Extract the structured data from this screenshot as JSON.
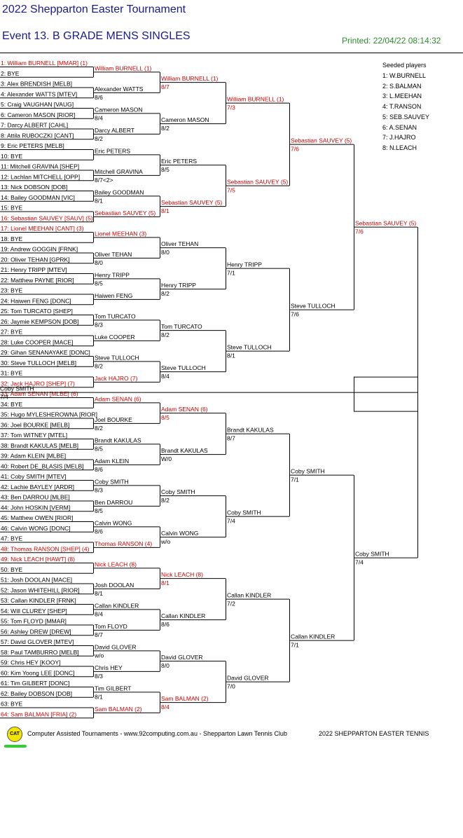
{
  "header": {
    "title": "2022 Shepparton Easter Tournament",
    "event": "Event 13. B GRADE MENS SINGLES",
    "printed": "Printed: 22/04/22 08:14:32"
  },
  "seeded": {
    "title": "Seeded players",
    "items": [
      "1: W.BURNELL",
      "2: S.BALMAN",
      "3: L.MEEHAN",
      "4: T.RANSON",
      "5: SEB.SAUVEY",
      "6: A.SENAN",
      "7: J.HAJRO",
      "8: N.LEACH"
    ]
  },
  "colors": {
    "header": "#1a1a8c",
    "seed": "#cc0000",
    "printed": "#2e8b2e",
    "text": "#000000"
  },
  "draw": [
    {
      "name": "1: William BURNELL [MMAR] (1)",
      "seed": true
    },
    {
      "name": "2: BYE",
      "seed": false
    },
    {
      "name": "3: Alex BRENDISH [MELB]",
      "seed": false
    },
    {
      "name": "4: Alexander WATTS [MTEV]",
      "seed": false
    },
    {
      "name": "5: Craig VAUGHAN [VAUG]",
      "seed": false
    },
    {
      "name": "6: Cameron MASON [RIOR]",
      "seed": false
    },
    {
      "name": "7: Darcy ALBERT [CAHL]",
      "seed": false
    },
    {
      "name": "8: Attila RUBOCZKI [CANT]",
      "seed": false
    },
    {
      "name": "9: Eric PETERS [MELB]",
      "seed": false
    },
    {
      "name": "10: BYE",
      "seed": false
    },
    {
      "name": "11: Mitchell GRAVINA [SHEP]",
      "seed": false
    },
    {
      "name": "12: Lachlan MITCHELL [OPP]",
      "seed": false
    },
    {
      "name": "13: Nick DOBSON [DOB]",
      "seed": false
    },
    {
      "name": "14: Bailey GOODMAN [VIC]",
      "seed": false
    },
    {
      "name": "15: BYE",
      "seed": false
    },
    {
      "name": "16: Sebastian SAUVEY [SAUV] (5)",
      "seed": true
    },
    {
      "name": "17: Lionel MEEHAN [CANT] (3)",
      "seed": true
    },
    {
      "name": "18: BYE",
      "seed": false
    },
    {
      "name": "19: Andrew GOGGIN [FRNK]",
      "seed": false
    },
    {
      "name": "20: Oliver TEHAN [GPRK]",
      "seed": false
    },
    {
      "name": "21: Henry TRIPP [MTEV]",
      "seed": false
    },
    {
      "name": "22: Matthew PAYNE [RIOR]",
      "seed": false
    },
    {
      "name": "23: BYE",
      "seed": false
    },
    {
      "name": "24: Haiwen FENG [DONC]",
      "seed": false
    },
    {
      "name": "25: Tom TURCATO [SHEP]",
      "seed": false
    },
    {
      "name": "26: Jaymie KEMPSON [DOB]",
      "seed": false
    },
    {
      "name": "27: BYE",
      "seed": false
    },
    {
      "name": "28: Luke COOPER [MACE]",
      "seed": false
    },
    {
      "name": "29: Gihan SENANAYAKE [DONC]",
      "seed": false
    },
    {
      "name": "30: Steve TULLOCH [MELB]",
      "seed": false
    },
    {
      "name": "31: BYE",
      "seed": false
    },
    {
      "name": "32: Jack HAJRO [SHEP] (7)",
      "seed": true
    },
    {
      "name": "33: Adam SENAN [MLBE] (6)",
      "seed": true
    },
    {
      "name": "34: BYE",
      "seed": false
    },
    {
      "name": "35: Hugo MYLESHEROWNA [RIOR]",
      "seed": false
    },
    {
      "name": "36: Joel BOURKE [MELB]",
      "seed": false
    },
    {
      "name": "37: Tom WITNEY [MTEL]",
      "seed": false
    },
    {
      "name": "38: Brandt KAKULAS [MELB]",
      "seed": false
    },
    {
      "name": "39: Adam KLEIN [MLBE]",
      "seed": false
    },
    {
      "name": "40: Robert DE_BLASIS [MELB]",
      "seed": false
    },
    {
      "name": "41: Coby SMITH [MTEV]",
      "seed": false
    },
    {
      "name": "42: Lachie BAYLEY [ARDR]",
      "seed": false
    },
    {
      "name": "43: Ben DARROU [MLBE]",
      "seed": false
    },
    {
      "name": "44: John HOSKIN [VERM]",
      "seed": false
    },
    {
      "name": "45: Matthew OWEN [RIOR]",
      "seed": false
    },
    {
      "name": "46: Calvin WONG [DONC]",
      "seed": false
    },
    {
      "name": "47: BYE",
      "seed": false
    },
    {
      "name": "48: Thomas RANSON [SHEP] (4)",
      "seed": true
    },
    {
      "name": "49: Nick LEACH [HAWT] (8)",
      "seed": true
    },
    {
      "name": "50: BYE",
      "seed": false
    },
    {
      "name": "51: Josh DOOLAN [MACE]",
      "seed": false
    },
    {
      "name": "52: Jason WHITEHILL [RIOR]",
      "seed": false
    },
    {
      "name": "53: Callan KINDLER [FRNK]",
      "seed": false
    },
    {
      "name": "54: Will CLUREY [SHEP]",
      "seed": false
    },
    {
      "name": "55: Tom FLOYD [MMAR]",
      "seed": false
    },
    {
      "name": "56: Ashley DREW [DREW]",
      "seed": false
    },
    {
      "name": "57: David GLOVER [MTEV]",
      "seed": false
    },
    {
      "name": "58: Paul TAMBURRO [MELB]",
      "seed": false
    },
    {
      "name": "59: Chris HEY [KOOY]",
      "seed": false
    },
    {
      "name": "60: Kim Yoong LEE [DONC]",
      "seed": false
    },
    {
      "name": "61: Tim GILBERT [DONC]",
      "seed": false
    },
    {
      "name": "62: Bailey DOBSON [DOB]",
      "seed": false
    },
    {
      "name": "63: BYE",
      "seed": false
    },
    {
      "name": "64: Sam BALMAN [FRIA] (2)",
      "seed": true
    }
  ],
  "rounds": [
    [
      {
        "name": "William BURNELL (1)",
        "score": "",
        "seed": true
      },
      {
        "name": "Alexander WATTS",
        "score": "8/6",
        "seed": false
      },
      {
        "name": "Cameron MASON",
        "score": "8/4",
        "seed": false
      },
      {
        "name": "Darcy ALBERT",
        "score": "8/2",
        "seed": false
      },
      {
        "name": "Eric PETERS",
        "score": "",
        "seed": false
      },
      {
        "name": "Mitchell GRAVINA",
        "score": "8/7<2>",
        "seed": false
      },
      {
        "name": "Bailey GOODMAN",
        "score": "8/1",
        "seed": false
      },
      {
        "name": "Sebastian SAUVEY (5)",
        "score": "",
        "seed": true
      },
      {
        "name": "Lionel MEEHAN (3)",
        "score": "",
        "seed": true
      },
      {
        "name": "Oliver TEHAN",
        "score": "8/0",
        "seed": false
      },
      {
        "name": "Henry TRIPP",
        "score": "8/5",
        "seed": false
      },
      {
        "name": "Haiwen FENG",
        "score": "",
        "seed": false
      },
      {
        "name": "Tom TURCATO",
        "score": "8/3",
        "seed": false
      },
      {
        "name": "Luke COOPER",
        "score": "",
        "seed": false
      },
      {
        "name": "Steve TULLOCH",
        "score": "8/2",
        "seed": false
      },
      {
        "name": "Jack HAJRO (7)",
        "score": "",
        "seed": true
      },
      {
        "name": "Adam SENAN (6)",
        "score": "",
        "seed": true
      },
      {
        "name": "Joel BOURKE",
        "score": "8/2",
        "seed": false
      },
      {
        "name": "Brandt KAKULAS",
        "score": "8/5",
        "seed": false
      },
      {
        "name": "Adam KLEIN",
        "score": "8/6",
        "seed": false
      },
      {
        "name": "Coby SMITH",
        "score": "8/3",
        "seed": false
      },
      {
        "name": "Ben DARROU",
        "score": "8/5",
        "seed": false
      },
      {
        "name": "Calvin WONG",
        "score": "8/6",
        "seed": false
      },
      {
        "name": "Thomas RANSON (4)",
        "score": "",
        "seed": true
      },
      {
        "name": "Nick LEACH (8)",
        "score": "",
        "seed": true
      },
      {
        "name": "Josh DOOLAN",
        "score": "8/1",
        "seed": false
      },
      {
        "name": "Callan KINDLER",
        "score": "8/4",
        "seed": false
      },
      {
        "name": "Tom FLOYD",
        "score": "8/7",
        "seed": false
      },
      {
        "name": "David GLOVER",
        "score": "w/o",
        "seed": false
      },
      {
        "name": "Chris HEY",
        "score": "8/3",
        "seed": false
      },
      {
        "name": "Tim GILBERT",
        "score": "8/1",
        "seed": false
      },
      {
        "name": "Sam BALMAN (2)",
        "score": "",
        "seed": true
      }
    ],
    [
      {
        "name": "William BURNELL (1)",
        "score": "8/7",
        "seed": true
      },
      {
        "name": "Cameron MASON",
        "score": "8/2",
        "seed": false
      },
      {
        "name": "Eric PETERS",
        "score": "8/5",
        "seed": false
      },
      {
        "name": "Sebastian SAUVEY (5)",
        "score": "8/1",
        "seed": true
      },
      {
        "name": "Oliver TEHAN",
        "score": "8/0",
        "seed": false
      },
      {
        "name": "Henry TRIPP",
        "score": "8/2",
        "seed": false
      },
      {
        "name": "Tom TURCATO",
        "score": "8/2",
        "seed": false
      },
      {
        "name": "Steve TULLOCH",
        "score": "8/4",
        "seed": false
      },
      {
        "name": "Adam SENAN (6)",
        "score": "8/5",
        "seed": true
      },
      {
        "name": "Brandt KAKULAS",
        "score": "W/0",
        "seed": false
      },
      {
        "name": "Coby SMITH",
        "score": "8/2",
        "seed": false
      },
      {
        "name": "Calvin WONG",
        "score": "w/o",
        "seed": false
      },
      {
        "name": "Nick LEACH (8)",
        "score": "8/1",
        "seed": true
      },
      {
        "name": "Callan KINDLER",
        "score": "8/6",
        "seed": false
      },
      {
        "name": "David GLOVER",
        "score": "8/0",
        "seed": false
      },
      {
        "name": "Sam BALMAN (2)",
        "score": "8/4",
        "seed": true
      }
    ],
    [
      {
        "name": "William BURNELL (1)",
        "score": "7/3",
        "seed": true
      },
      {
        "name": "Sebastian SAUVEY (5)",
        "score": "7/5",
        "seed": true
      },
      {
        "name": "Henry TRIPP",
        "score": "7/1",
        "seed": false
      },
      {
        "name": "Steve TULLOCH",
        "score": "8/1",
        "seed": false
      },
      {
        "name": "Brandt KAKULAS",
        "score": "8/7",
        "seed": false
      },
      {
        "name": "Coby SMITH",
        "score": "7/4",
        "seed": false
      },
      {
        "name": "Callan KINDLER",
        "score": "7/2",
        "seed": false
      },
      {
        "name": "David GLOVER",
        "score": "7/0",
        "seed": false
      }
    ],
    [
      {
        "name": "Sebastian SAUVEY (5)",
        "score": "7/6",
        "seed": true
      },
      {
        "name": "Steve TULLOCH",
        "score": "7/6",
        "seed": false
      },
      {
        "name": "Coby SMITH",
        "score": "7/1",
        "seed": false
      },
      {
        "name": "Callan KINDLER",
        "score": "7/1",
        "seed": false
      }
    ],
    [
      {
        "name": "Sebastian SAUVEY (5)",
        "score": "7/6",
        "seed": true
      },
      {
        "name": "Coby SMITH",
        "score": "7/4",
        "seed": false
      }
    ],
    [
      {
        "name": "Coby SMITH",
        "score": "7/4",
        "seed": false
      }
    ]
  ],
  "footer": {
    "logo": "CAT",
    "credit": "Computer Assisted Tournaments - www.92computing.com.au -  Shepparton Lawn Tennis Club",
    "right": "2022 SHEPPARTON EASTER TENNIS"
  }
}
